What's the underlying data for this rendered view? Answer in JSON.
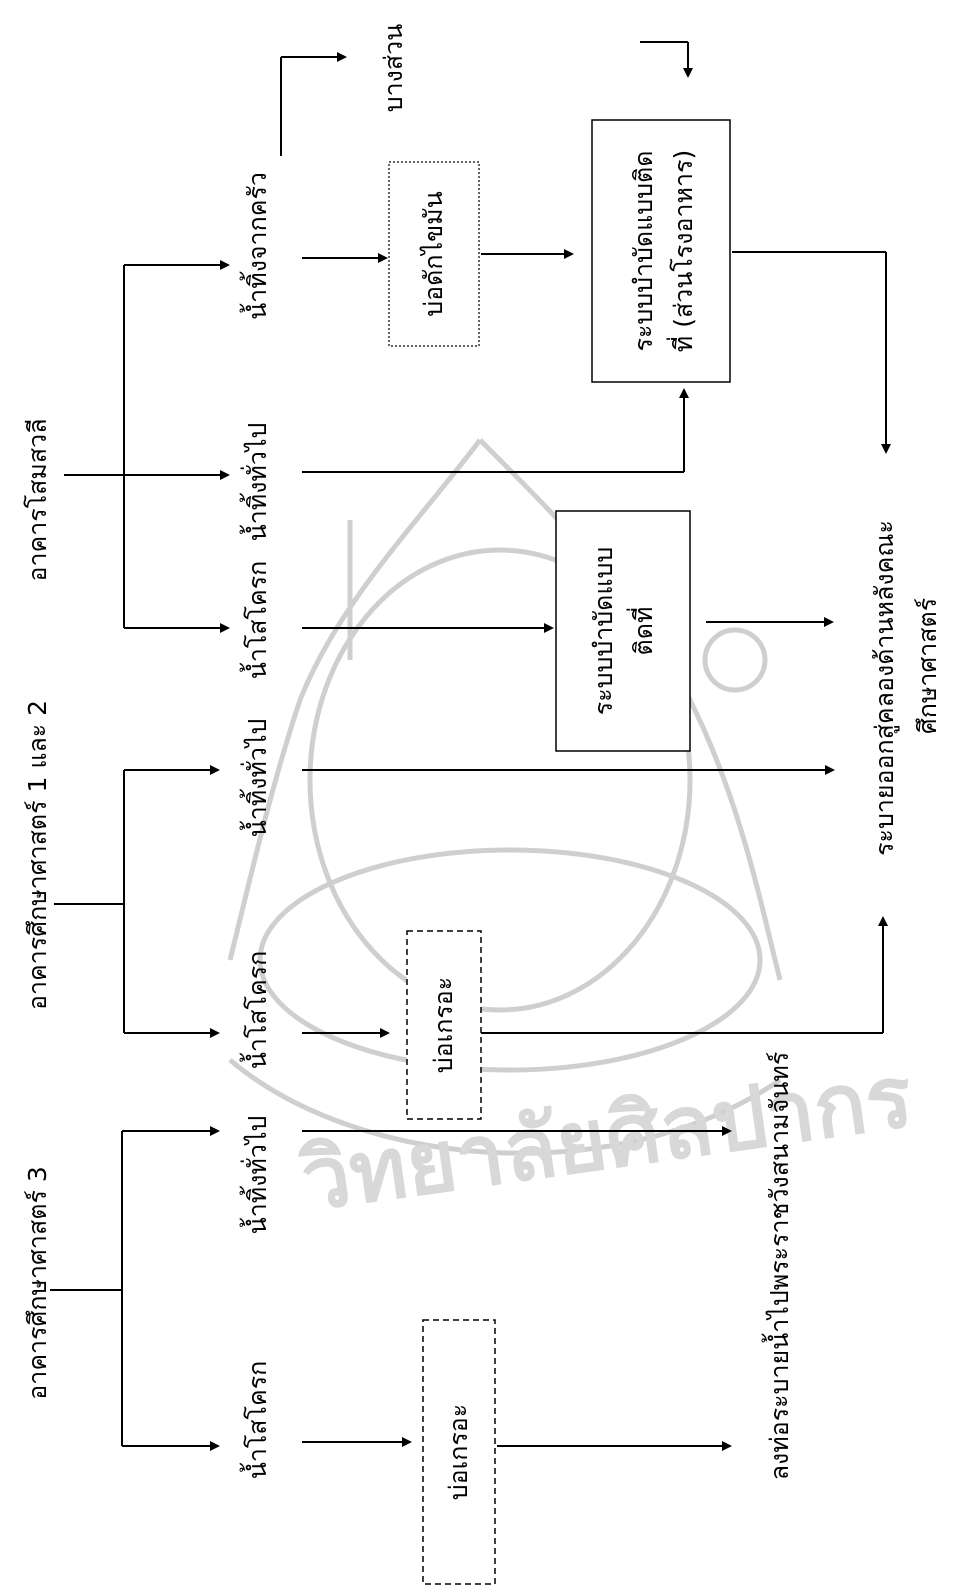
{
  "buildings": {
    "somsawat": "อาคารโสมสวลี",
    "sci12": "อาคารศึกษาศาสตร์ 1 และ 2",
    "sci3": "อาคารศึกษาศาสตร์ 3"
  },
  "flows": {
    "kitchen": "น้ำทิ้งจากครัว",
    "general": "น้ำทิ้งทั่วไป",
    "sewage": "น้ำโสโครก"
  },
  "units": {
    "grease_trap": "บ่อดักไขมัน",
    "septic": "บ่อเกรอะ",
    "onsite_canteen_l1": "ระบบบำบัดแบบติด",
    "onsite_canteen_l2": "ที่ (ส่วนโรงอาหาร)",
    "onsite_l1": "ระบบบำบัดแบบ",
    "onsite_l2": "ติดที่"
  },
  "destinations": {
    "garden": "บางส่วน",
    "canal_l1": "ระบายออกสู่คลองด้านหลังคณะ",
    "canal_l2": "ศึกษาศาสตร์",
    "drain": "ลงท่อระบายน้ำไปพระราชวังสนามจันทร์"
  },
  "watermark": {
    "text": "วิทยาลัยศิลปากร"
  }
}
